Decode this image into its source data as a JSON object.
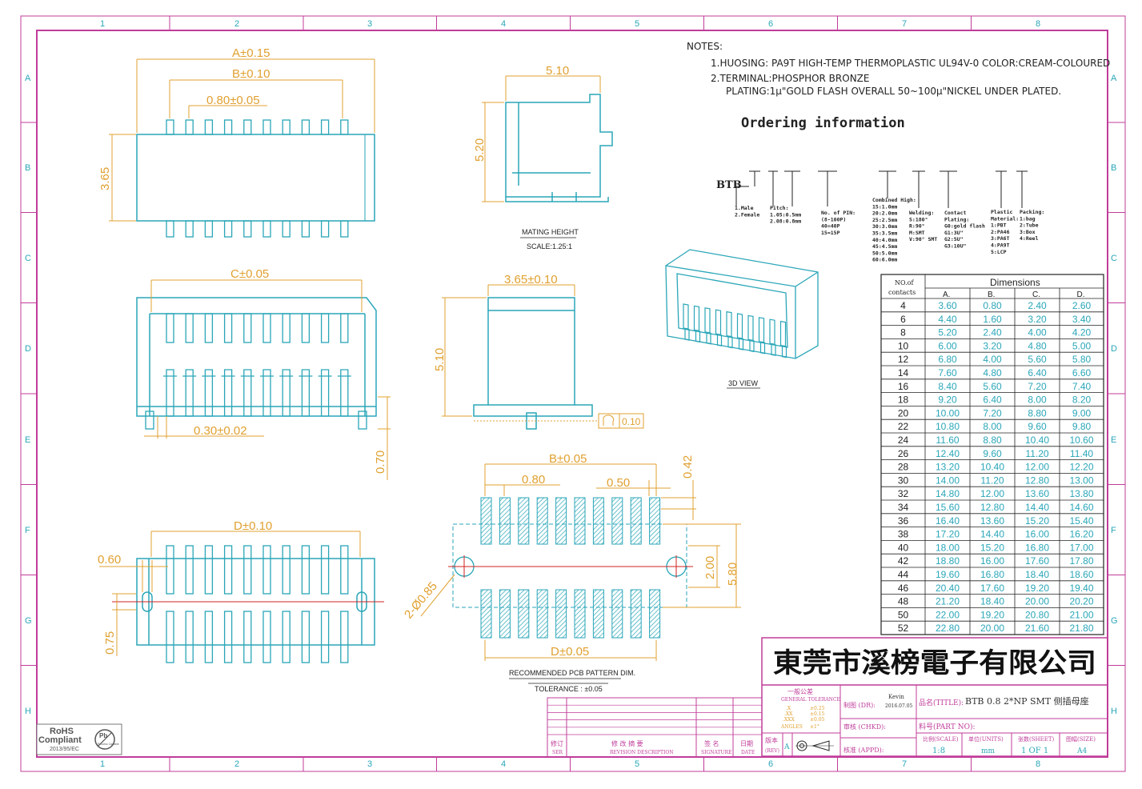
{
  "frame": {
    "top_numbers": [
      "1",
      "2",
      "3",
      "4",
      "5",
      "6",
      "7",
      "8"
    ],
    "side_letters": [
      "A",
      "B",
      "C",
      "D",
      "E",
      "F",
      "G",
      "H"
    ]
  },
  "notes": {
    "heading": "NOTES:",
    "line1": "1.HUOSING: PA9T HIGH-TEMP THERMOPLASTIC UL94V-0 COLOR:CREAM-COLOURED",
    "line2": "2.TERMINAL:PHOSPHOR BRONZE",
    "line3": "PLATING:1µ\"GOLD FLASH OVERALL 50~100µ\"NICKEL UNDER PLATED."
  },
  "ordering": {
    "title": "Ordering information",
    "prefix": "BTB",
    "gender": [
      "1.Male",
      "2.Female"
    ],
    "pitch": [
      "Pitch:",
      "1.05:0.5mm",
      "2.08:0.8mm"
    ],
    "pins": [
      "No. of PIN:",
      "(8-100P)",
      "40=40P",
      "15=15P"
    ],
    "high": [
      "Combined High:",
      "15:1.0mm",
      "20:2.0mm",
      "25:2.5mm",
      "30:3.0mm",
      "35:3.5mm",
      "40:4.0mm",
      "45:4.5mm",
      "50:5.0mm",
      "60:6.0mm"
    ],
    "welding": [
      "Welding:",
      "S:180°",
      "R:90°",
      "M:SMT",
      "V:90° SMT"
    ],
    "contact": [
      "Contact",
      "Plating:",
      "G0:gold flash",
      "G1:3U\"",
      "G2:5U\"",
      "G3:10U\""
    ],
    "material": [
      "Plastic",
      "Material:",
      "1:PBT",
      "2:PA46",
      "3:PA6T",
      "4:PA9T",
      "5:LCP"
    ],
    "packing": [
      "Packing:",
      "1:bag",
      "2:Tube",
      "3:Box",
      "4:Reel"
    ]
  },
  "dims": {
    "a": "A±0.15",
    "b": "B±0.10",
    "pitch": "0.80±0.05",
    "h365": "3.65",
    "w510": "5.10",
    "h520": "5.20",
    "mating": "MATING  HEIGHT",
    "scale": "SCALE:1.25:1",
    "c": "C±0.05",
    "w030": "0.30±0.02",
    "h070": "0.70",
    "w365": "3.65±0.10",
    "h510": "5.10",
    "flat": "0.10",
    "view3d": "3D   VIEW",
    "b005": "B±0.05",
    "p080": "0.80",
    "p050": "0.50",
    "p042": "0.42",
    "d": "D±0.10",
    "w060": "0.60",
    "h075": "0.75",
    "h200": "2.00",
    "h580": "5.80",
    "hole": "2-Ø0.85",
    "d005": "D±0.05",
    "pcb": "RECOMMENDED PCB PATTERN DIM.",
    "tol": "TOLERANCE : ±0.05"
  },
  "table": {
    "col0": "NO.of",
    "col0b": "contacts",
    "dims": "Dimensions",
    "headers": [
      "A.",
      "B.",
      "C.",
      "D."
    ],
    "rows": [
      [
        "4",
        "3.60",
        "0.80",
        "2.40",
        "2.60"
      ],
      [
        "6",
        "4.40",
        "1.60",
        "3.20",
        "3.40"
      ],
      [
        "8",
        "5.20",
        "2.40",
        "4.00",
        "4.20"
      ],
      [
        "10",
        "6.00",
        "3.20",
        "4.80",
        "5.00"
      ],
      [
        "12",
        "6.80",
        "4.00",
        "5.60",
        "5.80"
      ],
      [
        "14",
        "7.60",
        "4.80",
        "6.40",
        "6.60"
      ],
      [
        "16",
        "8.40",
        "5.60",
        "7.20",
        "7.40"
      ],
      [
        "18",
        "9.20",
        "6.40",
        "8.00",
        "8.20"
      ],
      [
        "20",
        "10.00",
        "7.20",
        "8.80",
        "9.00"
      ],
      [
        "22",
        "10.80",
        "8.00",
        "9.60",
        "9.80"
      ],
      [
        "24",
        "11.60",
        "8.80",
        "10.40",
        "10.60"
      ],
      [
        "26",
        "12.40",
        "9.60",
        "11.20",
        "11.40"
      ],
      [
        "28",
        "13.20",
        "10.40",
        "12.00",
        "12.20"
      ],
      [
        "30",
        "14.00",
        "11.20",
        "12.80",
        "13.00"
      ],
      [
        "32",
        "14.80",
        "12.00",
        "13.60",
        "13.80"
      ],
      [
        "34",
        "15.60",
        "12.80",
        "14.40",
        "14.60"
      ],
      [
        "36",
        "16.40",
        "13.60",
        "15.20",
        "15.40"
      ],
      [
        "38",
        "17.20",
        "14.40",
        "16.00",
        "16.20"
      ],
      [
        "40",
        "18.00",
        "15.20",
        "16.80",
        "17.00"
      ],
      [
        "42",
        "18.80",
        "16.00",
        "17.60",
        "17.80"
      ],
      [
        "44",
        "19.60",
        "16.80",
        "18.40",
        "18.60"
      ],
      [
        "46",
        "20.40",
        "17.60",
        "19.20",
        "19.40"
      ],
      [
        "48",
        "21.20",
        "18.40",
        "20.00",
        "20.20"
      ],
      [
        "50",
        "22.00",
        "19.20",
        "20.80",
        "21.00"
      ],
      [
        "52",
        "22.80",
        "20.00",
        "21.60",
        "21.80"
      ]
    ]
  },
  "titleblock": {
    "company": "東莞市溪榜電子有限公司",
    "gen_tol": "一般公差",
    "gen_tol_en": "GENERAL TOLERANCE",
    "tol_x": ".X",
    "tol_xv": "±0.25",
    "tol_xx": ".XX",
    "tol_xxv": "±0.15",
    "tol_xxx": ".XXX",
    "tol_xxxv": "±0.05",
    "tol_ang": "ANGLES",
    "tol_angv": "±1°",
    "drawer_label": "制图 (DR):",
    "drawer": "Kevin",
    "date": "2016.07.05",
    "check_label": "审核 (CHKD):",
    "approve_label": "核准 (APPD):",
    "title_label": "品名(TITLE):",
    "title": "BTB 0.8 2*NP SMT 侧插母座",
    "part_label": "料号(PART NO):",
    "rev_label": "版本",
    "rev_en": "(REV)",
    "rev": "A",
    "scale_label": "比例(SCALE)",
    "scale": "1:8",
    "units_label": "单位(UNITS)",
    "units": "mm",
    "sheet_label": "张数(SHEET)",
    "sheet": "1 OF 1",
    "size_label": "图幅(SIZE)",
    "size": "A4",
    "rev_col": "修订",
    "rev_col_en": "SER",
    "desc_col": "修  改  摘  要",
    "desc_col_en": "REVISION DESCRIPTION",
    "sign_col": "签  名",
    "sign_col_en": "SIGNATURE",
    "date_col": "日期",
    "date_col_en": "DATE"
  },
  "rohs": {
    "line1": "RoHS",
    "line2": "Compliant",
    "line3": "2013/95/EC",
    "pb": "Pb",
    "pb_sub": "Process Capable"
  },
  "colors": {
    "frame": "#c03c9a",
    "part": "#2aa6b8",
    "dim": "#e0a030",
    "center": "#d02020",
    "ink": "#222222"
  }
}
